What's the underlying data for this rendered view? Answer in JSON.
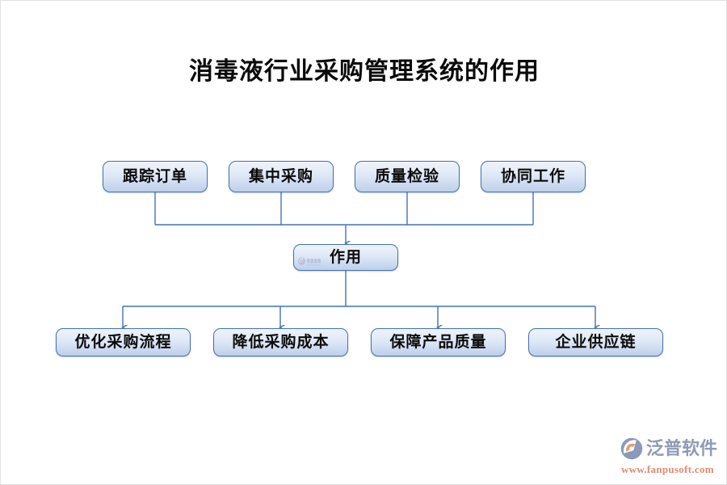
{
  "page": {
    "title": "消毒液行业采购管理系统的作用",
    "background_color": "#ffffff",
    "border_color": "#e2e2e2"
  },
  "theme": {
    "node_border": "#4472b4",
    "node_fill_top": "#eef2fa",
    "node_fill_bottom": "#bed0ea",
    "connector_color": "#4472b4",
    "title_color": "#0a0a0a",
    "label_color": "#0b0b0b",
    "brand_text_color": "#8e9bb4",
    "brand_url_color": "#e08a72",
    "brand_mark_accent": "#e39a6e"
  },
  "diagram": {
    "type": "flowchart",
    "orientation": "top-down",
    "center_node": {
      "id": "center",
      "label": "作用",
      "watermark_icon": "fanpusoft-watermark-icon"
    },
    "inputs": [
      {
        "id": "in-1",
        "label": "跟踪订单"
      },
      {
        "id": "in-2",
        "label": "集中采购"
      },
      {
        "id": "in-3",
        "label": "质量检验"
      },
      {
        "id": "in-4",
        "label": "协同工作"
      }
    ],
    "outputs": [
      {
        "id": "out-1",
        "label": "优化采购流程"
      },
      {
        "id": "out-2",
        "label": "降低采购成本"
      },
      {
        "id": "out-3",
        "label": "保障产品质量"
      },
      {
        "id": "out-4",
        "label": "企业供应链"
      }
    ],
    "edges": [
      {
        "from": "in-1",
        "to": "center",
        "arrow": true
      },
      {
        "from": "in-2",
        "to": "center",
        "arrow": true
      },
      {
        "from": "in-3",
        "to": "center",
        "arrow": true
      },
      {
        "from": "in-4",
        "to": "center",
        "arrow": true
      },
      {
        "from": "center",
        "to": "out-1",
        "arrow": true
      },
      {
        "from": "center",
        "to": "out-2",
        "arrow": true
      },
      {
        "from": "center",
        "to": "out-3",
        "arrow": true
      },
      {
        "from": "center",
        "to": "out-4",
        "arrow": true
      }
    ]
  },
  "brand": {
    "logo_icon": "fanpusoft-logo-icon",
    "name": "泛普软件",
    "url": "www.fanpusoft.com"
  }
}
